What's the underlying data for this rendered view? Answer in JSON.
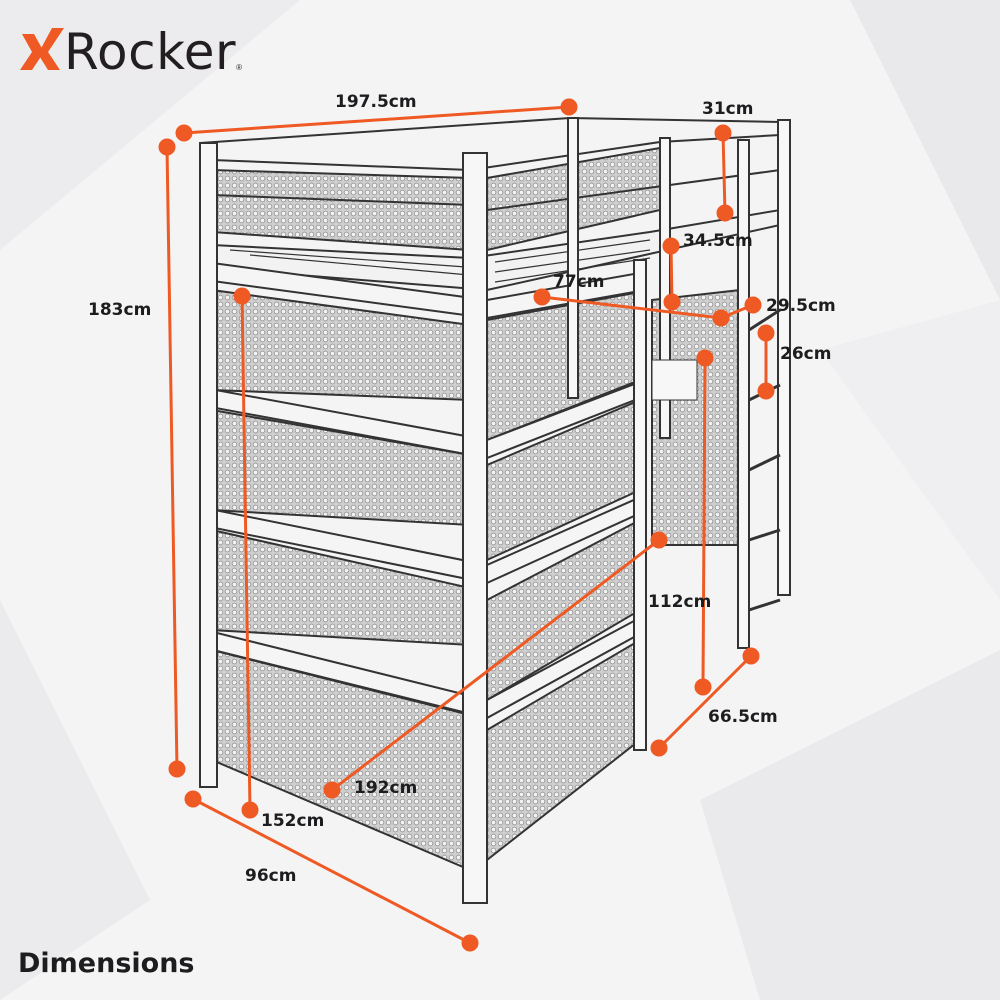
{
  "brand": {
    "logo_text": "Rocker",
    "logo_mark": "X",
    "accent": "#ef5a24"
  },
  "title": "Dimensions",
  "dimensions": {
    "length_top": "197.5cm",
    "rail_height": "31cm",
    "ladder_top_gap": "34.5cm",
    "desk_depth": "77cm",
    "ladder_width": "29.5cm",
    "ladder_step": "26cm",
    "total_height": "183cm",
    "under_height": "112cm",
    "under_width": "66.5cm",
    "diagonal": "192cm",
    "shelf_height": "152cm",
    "width": "96cm"
  },
  "colors": {
    "frame": "#3a3a3a",
    "mesh": "#d9d9d9",
    "text": "#1d1d1f"
  }
}
